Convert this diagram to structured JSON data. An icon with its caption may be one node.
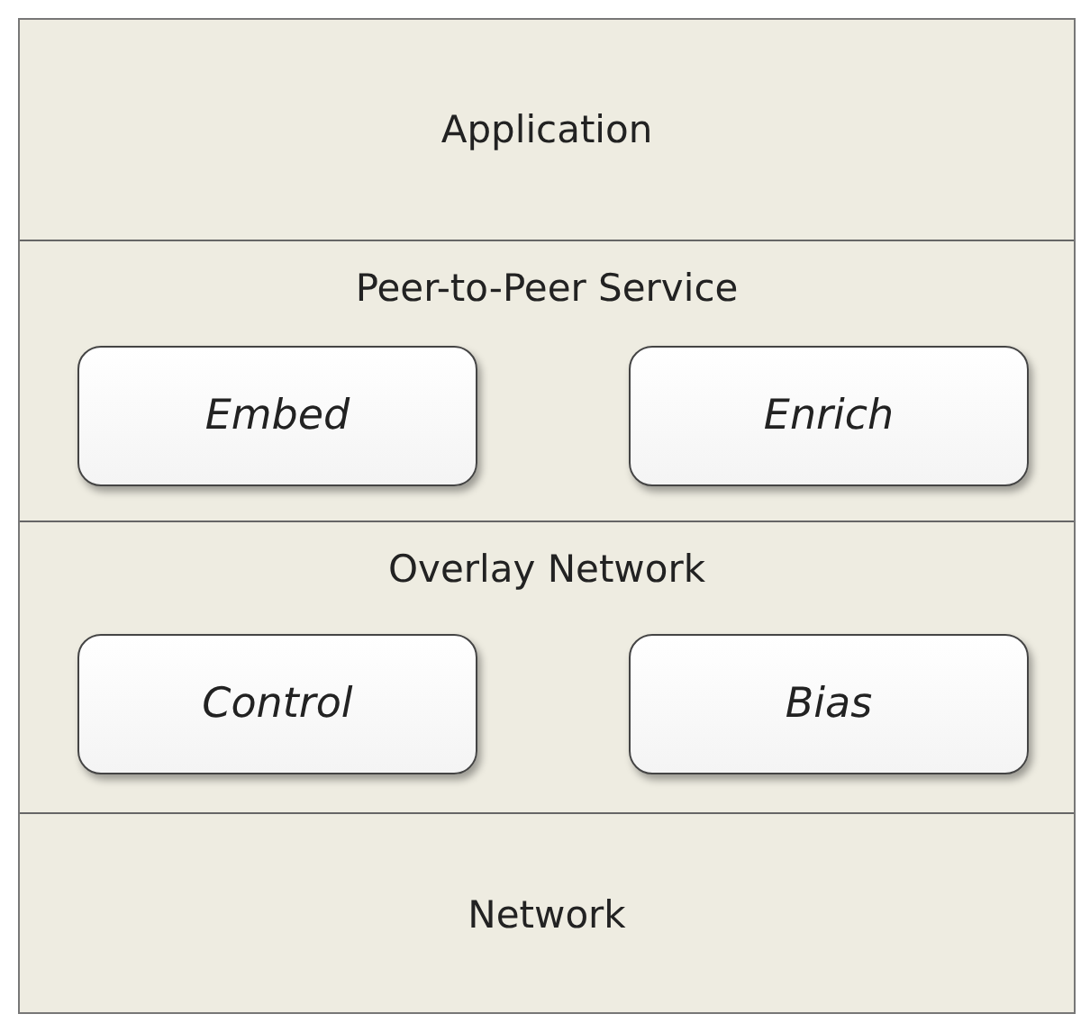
{
  "diagram": {
    "nodes": [
      {
        "text": [
          "Application"
        ]
      },
      {
        "text": [
          "Peer-to-Peer Service"
        ]
      },
      {
        "text": [
          "Embed"
        ],
        "in": 1
      },
      {
        "text": [
          "Enrich"
        ],
        "in": 1
      },
      {
        "text": [
          "Overlay Network"
        ]
      },
      {
        "text": [
          "Control"
        ],
        "in": 4
      },
      {
        "text": [
          "Bias"
        ],
        "in": 4
      },
      {
        "text": [
          "Network"
        ]
      }
    ]
  }
}
